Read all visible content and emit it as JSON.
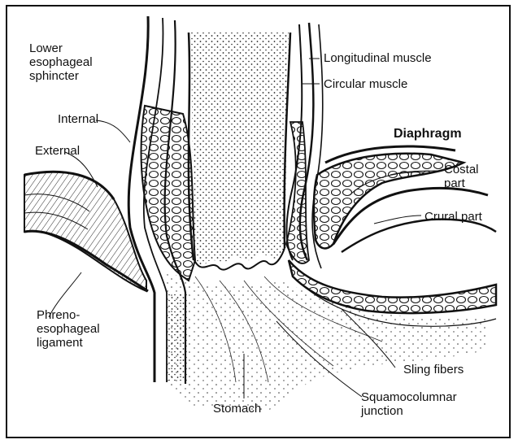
{
  "labels": {
    "lower_sphincter": "Lower esophageal sphincter",
    "internal": "Internal",
    "external": "External",
    "phreno": "Phreno-esophageal ligament",
    "longitudinal": "Longitudinal muscle",
    "circular": "Circular muscle",
    "diaphragm": "Diaphragm",
    "costal": "Costal part",
    "crural": "Crural part",
    "sling": "Sling fibers",
    "stomach": "Stomach",
    "squamo": "Squamocolumnar junction"
  }
}
